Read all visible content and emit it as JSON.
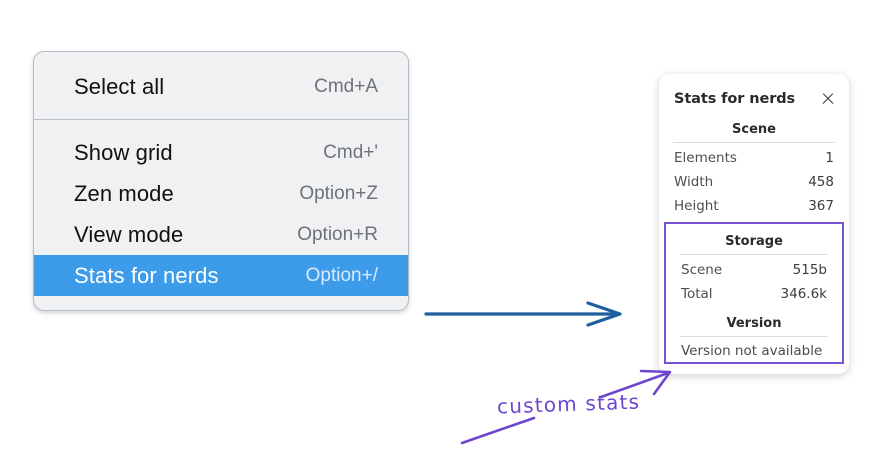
{
  "context_menu": {
    "groups": [
      {
        "items": [
          {
            "label": "Select all",
            "shortcut": "Cmd+A",
            "selected": false,
            "name": "menu-item-select-all"
          }
        ]
      },
      {
        "items": [
          {
            "label": "Show grid",
            "shortcut": "Cmd+'",
            "selected": false,
            "name": "menu-item-show-grid"
          },
          {
            "label": "Zen mode",
            "shortcut": "Option+Z",
            "selected": false,
            "name": "menu-item-zen-mode"
          },
          {
            "label": "View mode",
            "shortcut": "Option+R",
            "selected": false,
            "name": "menu-item-view-mode"
          },
          {
            "label": "Stats for nerds",
            "shortcut": "Option+/",
            "selected": true,
            "name": "menu-item-stats-for-nerds"
          }
        ]
      }
    ],
    "highlight_color": "#3c9ce9",
    "background_color": "#f0f1f3"
  },
  "stats_panel": {
    "title": "Stats for nerds",
    "close_icon": "close-icon",
    "scene": {
      "heading": "Scene",
      "rows": [
        {
          "key": "Elements",
          "value": "1"
        },
        {
          "key": "Width",
          "value": "458"
        },
        {
          "key": "Height",
          "value": "367"
        }
      ]
    },
    "storage": {
      "heading": "Storage",
      "rows": [
        {
          "key": "Scene",
          "value": "515b"
        },
        {
          "key": "Total",
          "value": "346.6k"
        }
      ]
    },
    "version": {
      "heading": "Version",
      "text": "Version not available"
    },
    "highlight_border_color": "#7a53d1"
  },
  "annotations": {
    "label": "custom stats",
    "label_color": "#6d46cf",
    "blue_arrow_color": "#1f5fa0",
    "purple_arrow_color": "#6d46cf"
  }
}
